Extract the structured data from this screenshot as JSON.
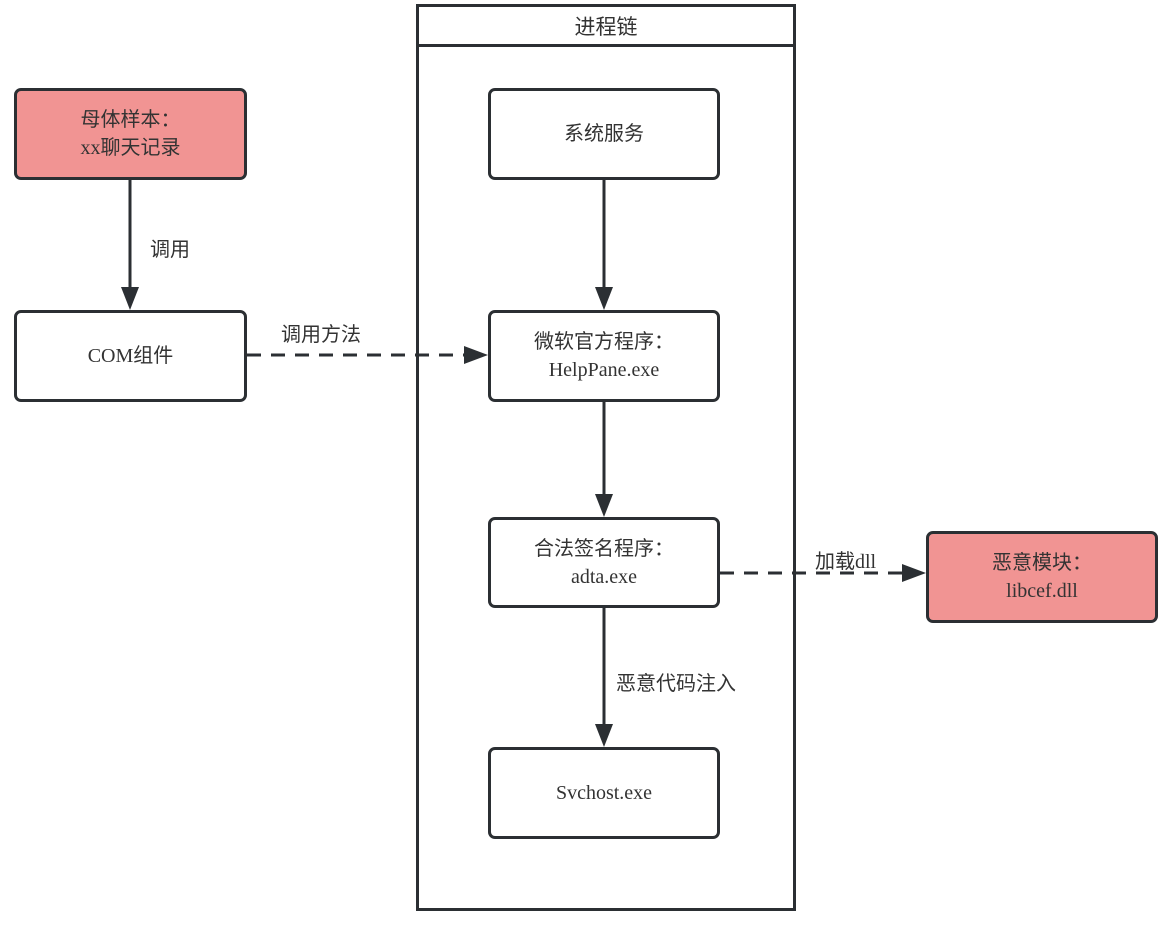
{
  "diagram": {
    "container": {
      "title": "进程链"
    },
    "nodes": {
      "parent_sample": {
        "line1": "母体样本：",
        "line2": "xx聊天记录"
      },
      "com_component": {
        "line1": "COM组件"
      },
      "system_service": {
        "line1": "系统服务"
      },
      "helppane": {
        "line1": "微软官方程序：",
        "line2": "HelpPane.exe"
      },
      "adta": {
        "line1": "合法签名程序：",
        "line2": "adta.exe"
      },
      "svchost": {
        "line1": "Svchost.exe"
      },
      "malicious_module": {
        "line1": "恶意模块：",
        "line2": "libcef.dll"
      }
    },
    "edges": {
      "parent_to_com": {
        "label": "调用",
        "style": "solid"
      },
      "com_to_helppane": {
        "label": "调用方法",
        "style": "dashed"
      },
      "service_to_helppane": {
        "label": "",
        "style": "solid"
      },
      "helppane_to_adta": {
        "label": "",
        "style": "solid"
      },
      "adta_to_svchost": {
        "label": "恶意代码注入",
        "style": "solid"
      },
      "adta_to_module": {
        "label": "加载dll",
        "style": "dashed"
      }
    },
    "colors": {
      "stroke": "#2b2f33",
      "danger_fill": "#f19493",
      "node_fill": "#ffffff",
      "text": "#333333"
    }
  }
}
